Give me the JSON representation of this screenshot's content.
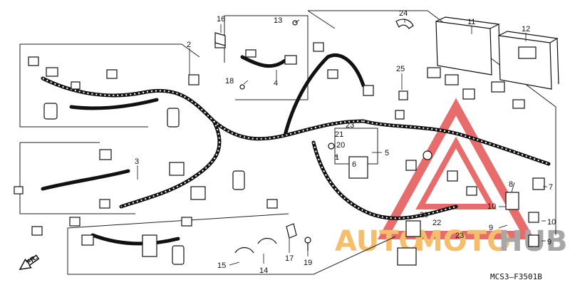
{
  "diagram": {
    "drawing_code": "MCS3—F3501B",
    "direction_label": "FR.",
    "watermark": {
      "text_a": "AUTO",
      "text_b": "MOTO",
      "text_c": "HUB",
      "color_red": "#e03b3b",
      "color_orange": "#f2a93b",
      "color_gray": "#8a8a8a"
    },
    "callouts": [
      {
        "id": "c1",
        "label": "1"
      },
      {
        "id": "c2",
        "label": "2"
      },
      {
        "id": "c3",
        "label": "3"
      },
      {
        "id": "c4",
        "label": "4"
      },
      {
        "id": "c5",
        "label": "5"
      },
      {
        "id": "c6",
        "label": "6"
      },
      {
        "id": "c7",
        "label": "7"
      },
      {
        "id": "c8",
        "label": "8"
      },
      {
        "id": "c9a",
        "label": "9"
      },
      {
        "id": "c9b",
        "label": "9"
      },
      {
        "id": "c10a",
        "label": "10"
      },
      {
        "id": "c10b",
        "label": "10"
      },
      {
        "id": "c11",
        "label": "11"
      },
      {
        "id": "c12",
        "label": "12"
      },
      {
        "id": "c13",
        "label": "13"
      },
      {
        "id": "c14",
        "label": "14"
      },
      {
        "id": "c15",
        "label": "15"
      },
      {
        "id": "c16",
        "label": "16"
      },
      {
        "id": "c17",
        "label": "17"
      },
      {
        "id": "c18",
        "label": "18"
      },
      {
        "id": "c19",
        "label": "19"
      },
      {
        "id": "c20a",
        "label": "20"
      },
      {
        "id": "c20b",
        "label": "20"
      },
      {
        "id": "c21",
        "label": "21"
      },
      {
        "id": "c22",
        "label": "22"
      },
      {
        "id": "c23a",
        "label": "23"
      },
      {
        "id": "c23b",
        "label": "23"
      },
      {
        "id": "c24",
        "label": "24"
      },
      {
        "id": "c25",
        "label": "25"
      }
    ]
  }
}
